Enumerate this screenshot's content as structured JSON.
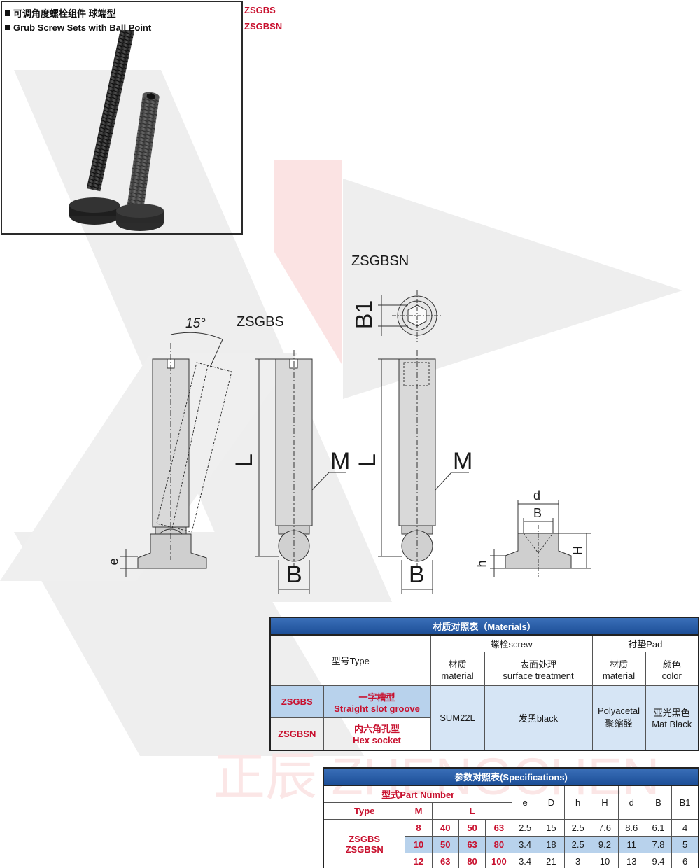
{
  "header": {
    "title_cn": "可调角度螺栓组件 球端型",
    "title_en": "Grub Screw Sets with Ball Point",
    "code_1": "ZSGBS",
    "code_2": "ZSGBSN"
  },
  "watermark": {
    "text": "正辰 ZHENGCHEN"
  },
  "drawing": {
    "label_zsgbsn": "ZSGBSN",
    "label_zsgbs": "ZSGBS",
    "angle": "15°",
    "dim_B1": "B1",
    "dim_L": "L",
    "dim_M": "M",
    "dim_B": "B",
    "dim_e": "e",
    "dim_d": "d",
    "dim_H": "H",
    "dim_h": "h"
  },
  "materials": {
    "caption": "材质对照表（Materials）",
    "col_type": "型号Type",
    "group_screw": "螺栓screw",
    "group_pad": "衬垫Pad",
    "h_material_cn": "材质",
    "h_material_en": "material",
    "h_surface_cn": "表面处理",
    "h_surface_en": "surface treatment",
    "h_pad_material_cn": "材质",
    "h_pad_material_en": "material",
    "h_color_cn": "颜色",
    "h_color_en": "color",
    "rows": [
      {
        "code": "ZSGBS",
        "type_cn": "一字槽型",
        "type_en": "Straight slot groove"
      },
      {
        "code": "ZSGBSN",
        "type_cn": "内六角孔型",
        "type_en": "Hex socket"
      }
    ],
    "screw_material": "SUM22L",
    "surface": "发黑black",
    "pad_material_en": "Polyacetal",
    "pad_material_cn": "聚缩醛",
    "color_cn": "亚光黑色",
    "color_en": "Mat Black"
  },
  "specs": {
    "caption": "参数对照表(Specifications)",
    "part_number": "型式Part Number",
    "h_type": "Type",
    "h_M": "M",
    "h_L": "L",
    "h_e": "e",
    "h_D": "D",
    "h_h": "h",
    "h_H": "H",
    "h_d": "d",
    "h_B": "B",
    "h_B1": "B1",
    "type_1": "ZSGBS",
    "type_2": "ZSGBSN",
    "rows": [
      {
        "M": "8",
        "L1": "40",
        "L2": "50",
        "L3": "63",
        "e": "2.5",
        "D": "15",
        "h": "2.5",
        "H": "7.6",
        "d": "8.6",
        "B": "6.1",
        "B1": "4"
      },
      {
        "M": "10",
        "L1": "50",
        "L2": "63",
        "L3": "80",
        "e": "3.4",
        "D": "18",
        "h": "2.5",
        "H": "9.2",
        "d": "11",
        "B": "7.8",
        "B1": "5"
      },
      {
        "M": "12",
        "L1": "63",
        "L2": "80",
        "L3": "100",
        "e": "3.4",
        "D": "21",
        "h": "3",
        "H": "10",
        "d": "13",
        "B": "9.4",
        "B1": "6"
      }
    ]
  }
}
